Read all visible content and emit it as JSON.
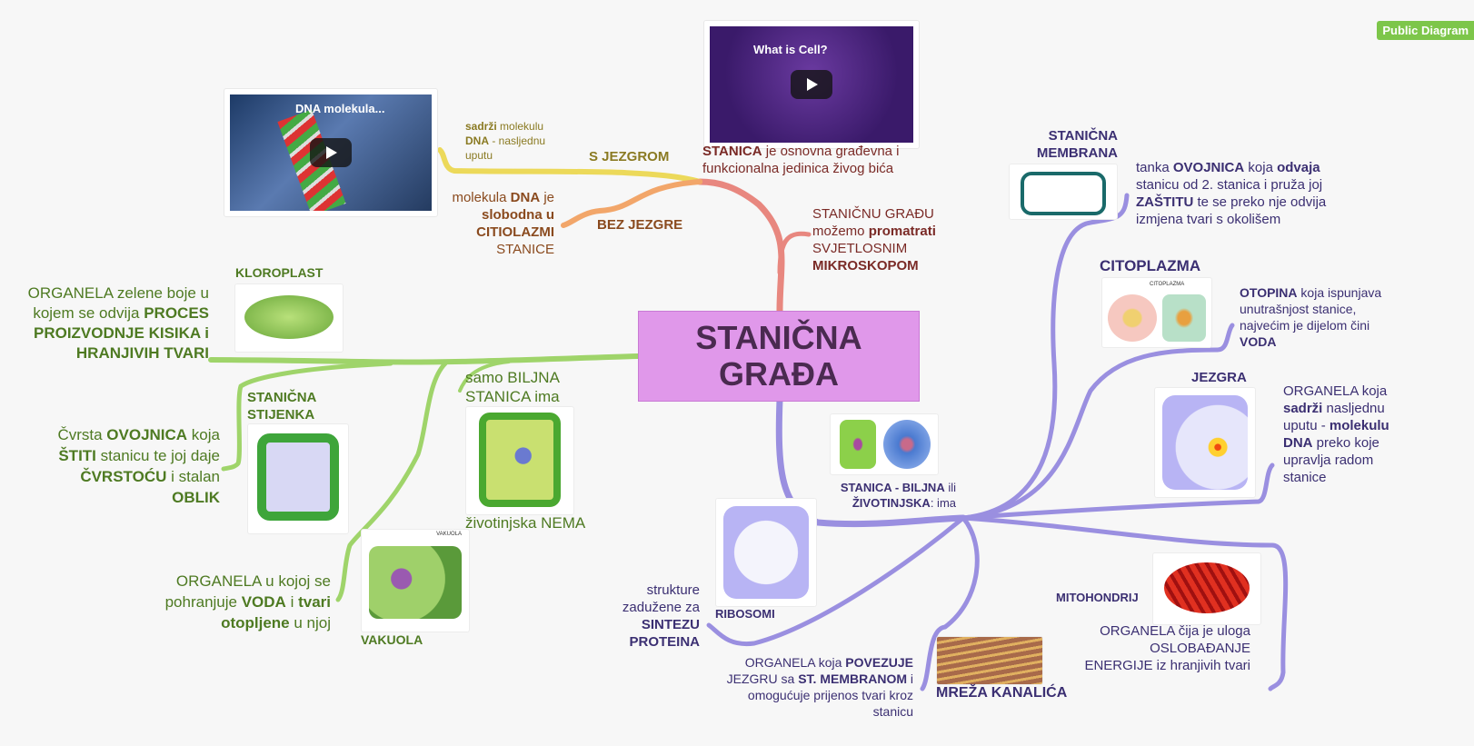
{
  "badge": "Public Diagram",
  "center": {
    "line1": "STANIČNA",
    "line2": "GRAĐA"
  },
  "colors": {
    "center": "#e098ea",
    "purple": "#9a8fe0",
    "green": "#9fd46a",
    "red": "#e8877f",
    "yellow": "#ecd95a",
    "orange": "#f2a66a"
  },
  "videos": [
    {
      "title": "DNA molekula...",
      "icon": "youtube-play-icon"
    },
    {
      "title": "What is Cell?",
      "icon": "youtube-play-icon"
    }
  ],
  "labels": {
    "s_jezgrom": "S JEZGROM",
    "bez_jezgre": "BEZ JEZGRE",
    "kloroplast": "KLOROPLAST",
    "stanicna_stijenka": "STANIČNA STIJENKA",
    "vakuola": "VAKUOLA",
    "stanicna_membrana": "STANIČNA MEMBRANA",
    "citoplazma": "CITOPLAZMA",
    "jezgra": "JEZGRA",
    "mitohondrij": "MITOHONDRIJ",
    "ribosomi": "RIBOSOMI",
    "mreza": "MREŽA KANALIĆA",
    "citoplazma_img": "CITOPLAZMA",
    "vakuola_img": "VAKUOLA"
  },
  "texts": {
    "sadrzi": [
      [
        "sadrži",
        1
      ],
      [
        " molekulu ",
        0
      ],
      [
        "DNA",
        1
      ],
      [
        " - nasljednu uputu",
        0
      ]
    ],
    "slobodna": [
      [
        "molekula ",
        0
      ],
      [
        "DNA",
        1
      ],
      [
        " je ",
        0
      ],
      [
        "slobodna u CITIOLAZMI",
        1
      ],
      [
        " STANICE",
        0
      ]
    ],
    "stanica_def": [
      [
        "STANICA",
        1
      ],
      [
        " je osnovna građevna i funkcionalna jedinica živog bića",
        0
      ]
    ],
    "mikroskop": [
      [
        "STANIČNU GRAĐU možemo ",
        0
      ],
      [
        "promatrati",
        1
      ],
      [
        " SVJETLOSNIM ",
        0
      ],
      [
        "MIKROSKOPOM",
        1
      ]
    ],
    "kloroplast_desc": [
      [
        "ORGANELA zelene boje u kojem se odvija ",
        0
      ],
      [
        "PROCES PROIZVODNJE KISIKA i HRANJIVIH TVARI",
        1
      ]
    ],
    "stijenka_desc": [
      [
        "Čvrsta ",
        0
      ],
      [
        "OVOJNICA",
        1
      ],
      [
        " koja ",
        0
      ],
      [
        "ŠTITI",
        1
      ],
      [
        " stanicu te joj daje ",
        0
      ],
      [
        "ČVRSTOĆU",
        1
      ],
      [
        " i stalan ",
        0
      ],
      [
        "OBLIK",
        1
      ]
    ],
    "vakuola_desc": [
      [
        "ORGANELA u kojoj se pohranjuje ",
        0
      ],
      [
        "VODA",
        1
      ],
      [
        " i ",
        0
      ],
      [
        "tvari otopljene",
        1
      ],
      [
        " u njoj",
        0
      ]
    ],
    "biljna": [
      [
        "samo BILJNA STANICA ima",
        0
      ]
    ],
    "zivotinjska": [
      [
        "životinjska NEMA",
        0
      ]
    ],
    "biljna_zivotinjska": [
      [
        "STANICA - BILJNA",
        1
      ],
      [
        " ili ",
        0
      ],
      [
        "ŽIVOTINJSKA",
        1
      ],
      [
        ": ima",
        0
      ]
    ],
    "membrana_desc": [
      [
        "tanka ",
        0
      ],
      [
        "OVOJNICA",
        1
      ],
      [
        " koja ",
        0
      ],
      [
        "odvaja",
        1
      ],
      [
        " stanicu od 2. stanica i pruža joj ",
        0
      ],
      [
        "ZAŠTITU",
        1
      ],
      [
        " te se preko nje odvija izmjena tvari s okolišem",
        0
      ]
    ],
    "citoplazma_desc": [
      [
        "OTOPINA",
        1
      ],
      [
        " koja ispunjava unutrašnjost stanice, najvećim je dijelom čini ",
        0
      ],
      [
        "VODA",
        1
      ]
    ],
    "jezgra_desc": [
      [
        "ORGANELA koja ",
        0
      ],
      [
        "sadrži",
        1
      ],
      [
        " nasljednu uputu - ",
        0
      ],
      [
        "molekulu DNA",
        1
      ],
      [
        " preko koje upravlja radom stanice",
        0
      ]
    ],
    "mitohondrij_desc": [
      [
        "ORGANELA čija je uloga OSLOBAĐANJE ENERGIJE iz hranjivih tvari",
        0
      ]
    ],
    "ribosomi_desc": [
      [
        "strukture zadužene za ",
        0
      ],
      [
        "SINTEZU PROTEINA",
        1
      ]
    ],
    "mreza_desc": [
      [
        "ORGANELA koja ",
        0
      ],
      [
        "POVEZUJE",
        1
      ],
      [
        " JEZGRU sa ",
        0
      ],
      [
        "ST. MEMBRANOM",
        1
      ],
      [
        " i omogućuje prijenos tvari kroz stanicu",
        0
      ]
    ]
  }
}
